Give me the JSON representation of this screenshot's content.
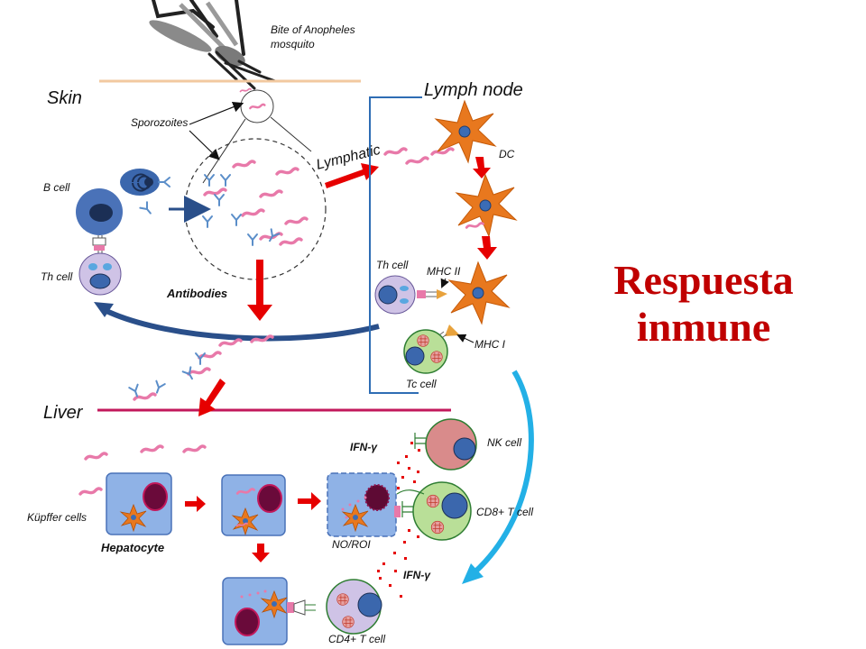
{
  "labels": {
    "mosquito": [
      "Bite of Anopheles",
      "mosquito"
    ],
    "skin": "Skin",
    "lymph_node": "Lymph node",
    "liver": "Liver",
    "sporozoites": "Sporozoites",
    "lymphatic": "Lymphatic",
    "b_cell": "B cell",
    "th_cell_skin": "Th cell",
    "antibodies": "Antibodies",
    "dc": "DC",
    "th_cell_node": "Th cell",
    "mhc_ii": "MHC II",
    "mhc_i": "MHC I",
    "tc_cell": "Tc cell",
    "ifn_gamma_top": "IFN-γ",
    "nk_cell": "NK cell",
    "kupffer_cells": "Küpffer cells",
    "hepatocyte": "Hepatocyte",
    "no_roi": "NO/ROI",
    "cd8_t_cell": "CD8+ T cell",
    "ifn_gamma_bottom": "IFN-γ",
    "cd4_t_cell": "CD4+ T cell"
  },
  "title": {
    "line1": "Respuesta",
    "line2": "inmune"
  },
  "colors": {
    "title": "#c00000",
    "arrow": "#e60000",
    "sporozoite": "#e879a9",
    "dendritic": "#e8781e",
    "cell_blue": "#4a72b8",
    "cell_lilac": "#cfc3e6",
    "cell_green": "#b9df98",
    "hepatocyte": "#8fb2e6",
    "nk": "#d98b8b",
    "antibody": "#5b8ec9",
    "skin_line": "#f2c9a0",
    "liver_line": "#c2185b",
    "lymph_line": "#2e6db4"
  }
}
